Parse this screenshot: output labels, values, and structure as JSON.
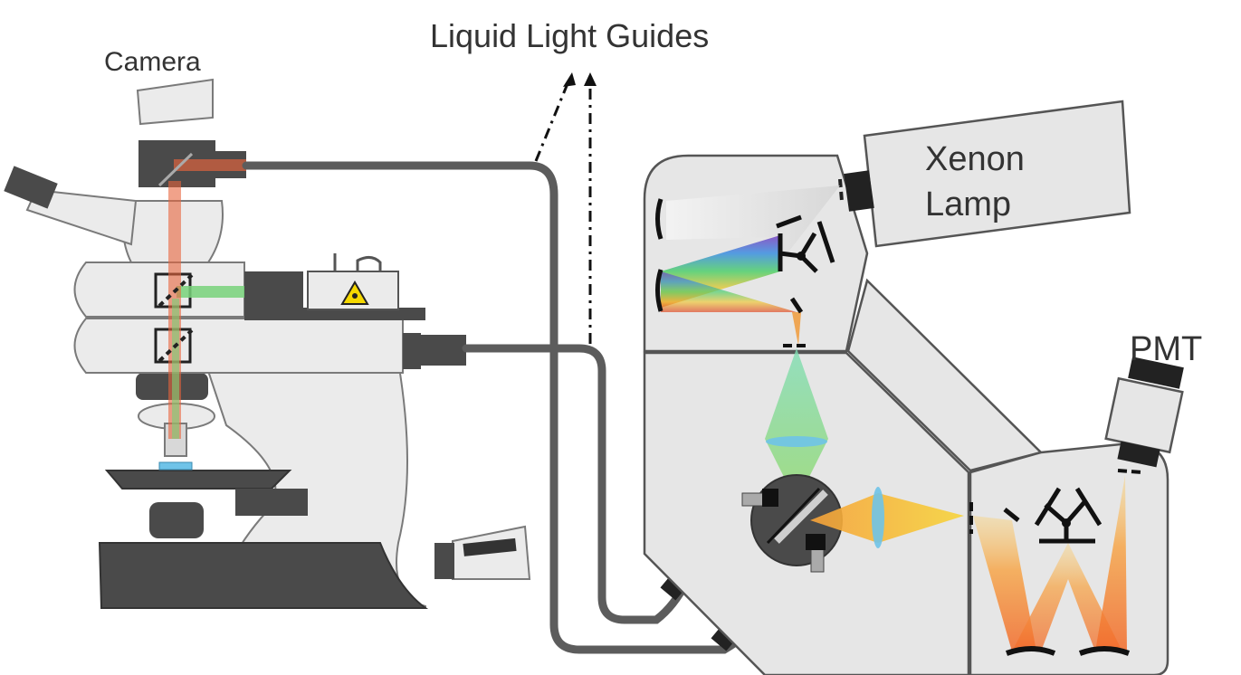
{
  "labels": {
    "camera": "Camera",
    "liquid_light_guides": "Liquid Light Guides",
    "xenon_line1": "Xenon",
    "xenon_line2": "Lamp",
    "pmt": "PMT"
  },
  "colors": {
    "body_fill": "#ebebeb",
    "body_stroke": "#7a7a7a",
    "dark_part": "#4a4a4a",
    "guide": "#5c5c5c",
    "housing": "#e6e6e6",
    "laser_green": "#78d27a",
    "beam_red": "#e8643c",
    "lens_blue": "#6fc3e8",
    "warning_yellow": "#f5d800"
  },
  "icons": {
    "laser_warning": "laser-warning-icon"
  }
}
